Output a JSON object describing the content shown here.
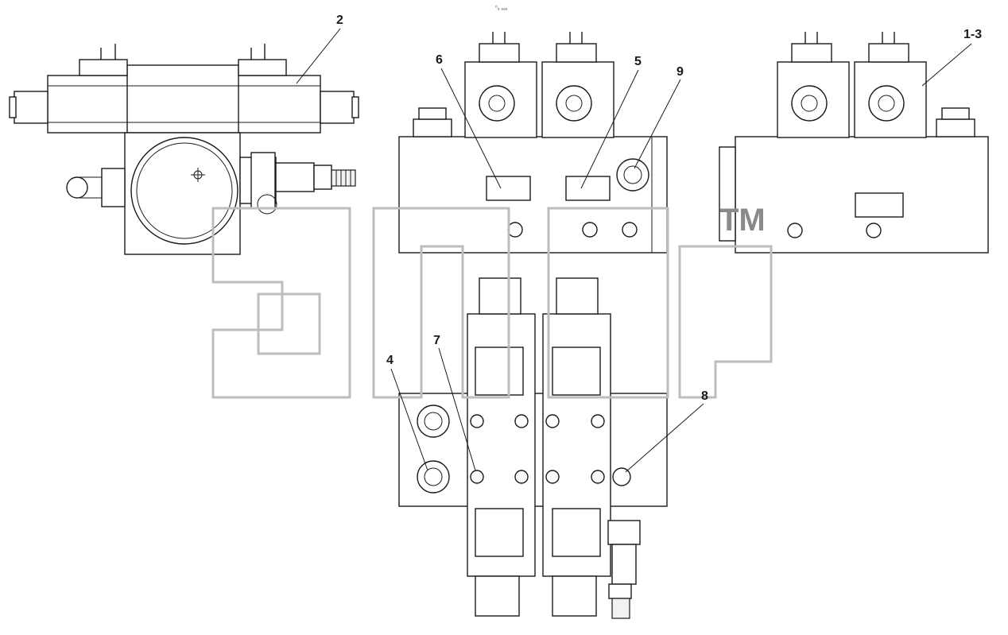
{
  "figure": {
    "header_mark": "⁰ₐ ₐₐₐ",
    "callouts": [
      {
        "id": "callout-2",
        "label": "2"
      },
      {
        "id": "callout-1-3",
        "label": "1-3"
      },
      {
        "id": "callout-6",
        "label": "6"
      },
      {
        "id": "callout-5",
        "label": "5"
      },
      {
        "id": "callout-9",
        "label": "9"
      },
      {
        "id": "callout-7",
        "label": "7"
      },
      {
        "id": "callout-4",
        "label": "4"
      },
      {
        "id": "callout-8",
        "label": "8"
      }
    ],
    "watermark": {
      "text": "ЭТСР",
      "tm": "TM"
    }
  }
}
